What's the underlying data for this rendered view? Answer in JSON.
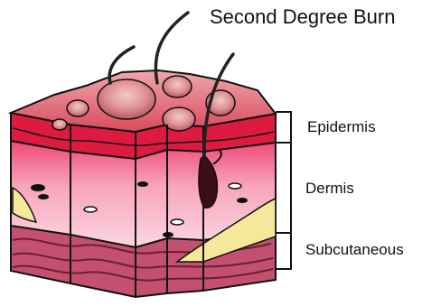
{
  "diagram": {
    "title": "Second Degree Burn",
    "labels": {
      "epidermis": "Epidermis",
      "dermis": "Dermis",
      "subcutaneous": "Subcutaneous"
    }
  },
  "colors": {
    "blister": "#d3868c",
    "epidermis": "#dd1a40",
    "dermis": "#f17a9e",
    "dermis_light": "#f9c5d3",
    "fat": "#f4e99a",
    "subcutaneous": "#b84763",
    "outline": "#111111"
  }
}
